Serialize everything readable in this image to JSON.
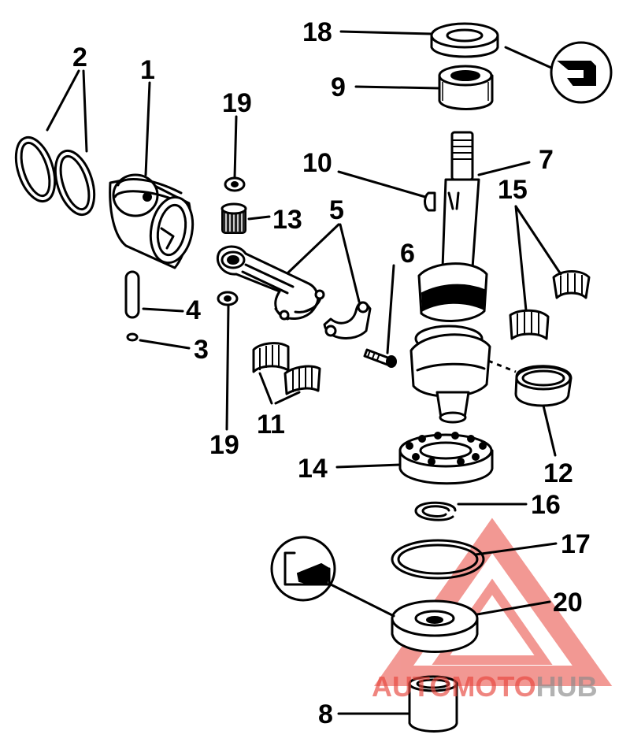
{
  "callouts": {
    "c1": "1",
    "c2": "2",
    "c3": "3",
    "c4": "4",
    "c5": "5",
    "c6": "6",
    "c7": "7",
    "c8": "8",
    "c9": "9",
    "c10": "10",
    "c11": "11",
    "c12": "12",
    "c13": "13",
    "c14": "14",
    "c15": "15",
    "c16": "16",
    "c17": "17",
    "c18": "18",
    "c19a": "19",
    "c19b": "19",
    "c20": "20"
  },
  "watermark": {
    "part1": "AUTOMOTO",
    "part2": "HUB",
    "color_primary": "#e8453c",
    "color_secondary": "#f2b84b",
    "color_hub": "#8a8a8a"
  }
}
